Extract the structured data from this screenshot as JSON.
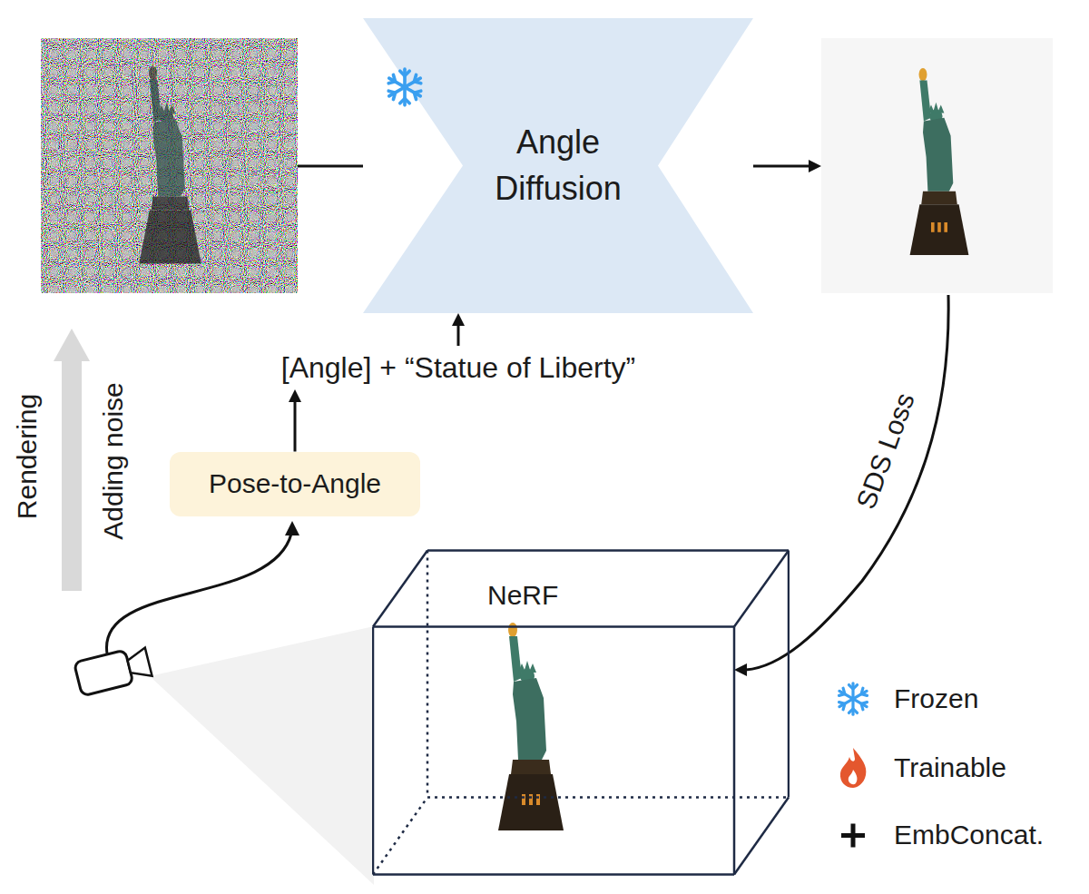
{
  "diagram": {
    "nodes": [
      {
        "text": [
          "Angle Diffusion"
        ]
      },
      {
        "text": [
          "Pose-to-Angle"
        ]
      },
      {
        "text": [
          "NeRF"
        ]
      }
    ],
    "edges": [
      {
        "from": 1,
        "to": 0,
        "arrow": "to",
        "label": "[Angle] + “Statue of Liberty”"
      }
    ],
    "labels": [
      "Rendering",
      "Adding noise",
      "SDS Loss"
    ],
    "legend": [
      {
        "text": "Frozen"
      },
      {
        "text": "Trainable"
      },
      {
        "text": "EmbConcat."
      }
    ]
  }
}
